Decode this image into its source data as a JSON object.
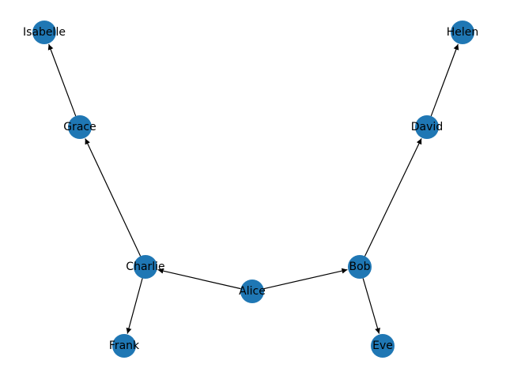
{
  "graph": {
    "node_color": "#1f77b4",
    "edge_color": "#000000",
    "label_color": "#000000",
    "directed": true,
    "nodes": [
      {
        "id": "alice",
        "label": "Alice"
      },
      {
        "id": "bob",
        "label": "Bob"
      },
      {
        "id": "charlie",
        "label": "Charlie"
      },
      {
        "id": "david",
        "label": "David"
      },
      {
        "id": "eve",
        "label": "Eve"
      },
      {
        "id": "frank",
        "label": "Frank"
      },
      {
        "id": "grace",
        "label": "Grace"
      },
      {
        "id": "helen",
        "label": "Helen"
      },
      {
        "id": "isabelle",
        "label": "Isabelle"
      }
    ],
    "edges": [
      {
        "from": "alice",
        "to": "bob"
      },
      {
        "from": "alice",
        "to": "charlie"
      },
      {
        "from": "bob",
        "to": "david"
      },
      {
        "from": "bob",
        "to": "eve"
      },
      {
        "from": "charlie",
        "to": "frank"
      },
      {
        "from": "charlie",
        "to": "grace"
      },
      {
        "from": "david",
        "to": "helen"
      },
      {
        "from": "grace",
        "to": "isabelle"
      }
    ]
  }
}
